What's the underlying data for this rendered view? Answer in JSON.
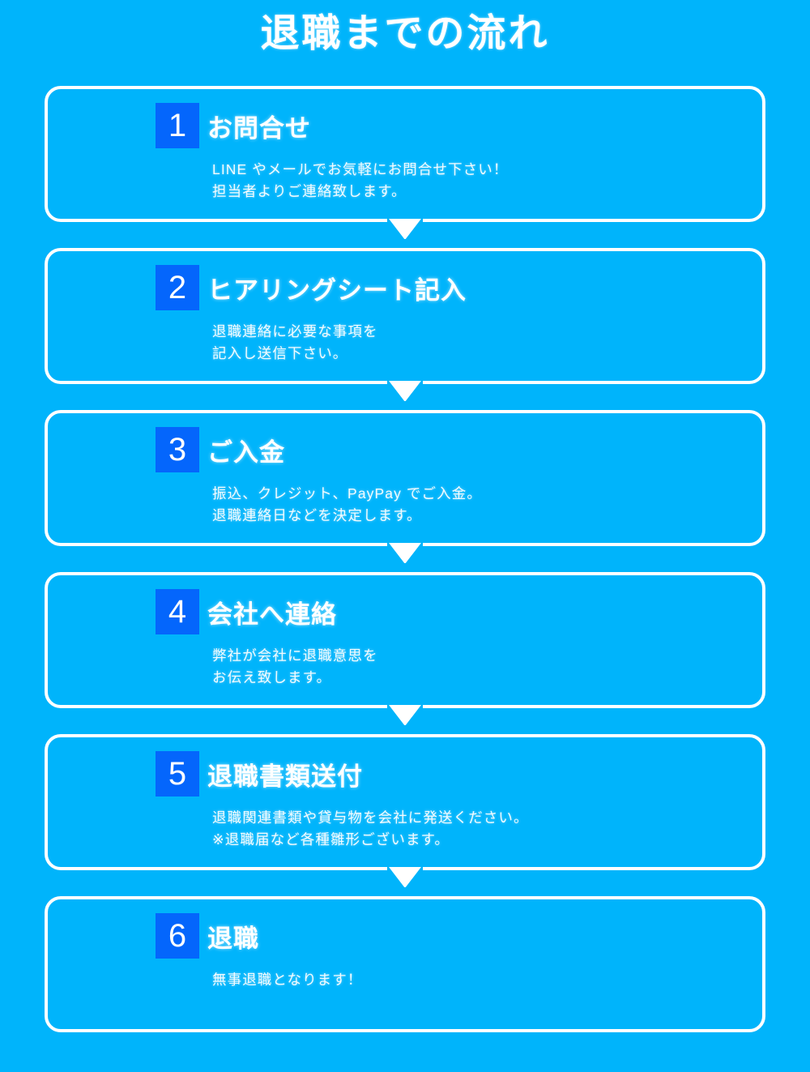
{
  "page": {
    "title": "退職までの流れ",
    "background_color": "#00b4fb",
    "badge_color": "#0466fc",
    "text_color": "#ffffff"
  },
  "steps": [
    {
      "number": "1",
      "title": "お問合せ",
      "desc_line1": "LINE やメールでお気軽にお問合せ下さい！",
      "desc_line2": "担当者よりご連絡致します。"
    },
    {
      "number": "2",
      "title": "ヒアリングシート記入",
      "desc_line1": "退職連絡に必要な事項を",
      "desc_line2": "記入し送信下さい。"
    },
    {
      "number": "3",
      "title": "ご入金",
      "desc_line1": "振込、クレジット、PayPay でご入金。",
      "desc_line2": "退職連絡日などを決定します。"
    },
    {
      "number": "4",
      "title": "会社へ連絡",
      "desc_line1": "弊社が会社に退職意思を",
      "desc_line2": "お伝え致します。"
    },
    {
      "number": "5",
      "title": "退職書類送付",
      "desc_line1": "退職関連書類や貸与物を会社に発送ください。",
      "desc_line2": "※退職届など各種雛形ございます。"
    },
    {
      "number": "6",
      "title": "退職",
      "desc_line1": "無事退職となります！",
      "desc_line2": ""
    }
  ]
}
